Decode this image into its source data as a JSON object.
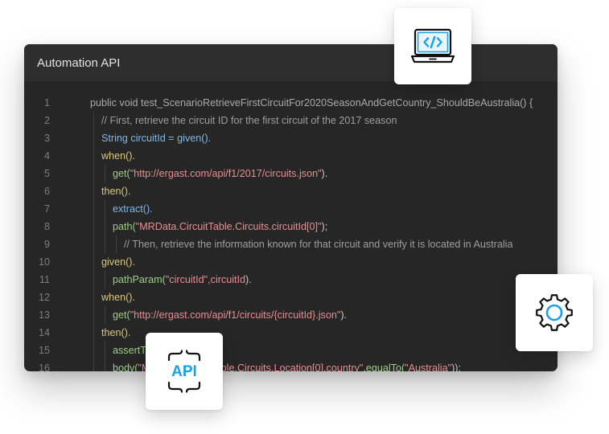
{
  "window": {
    "title": "Automation API"
  },
  "colors": {
    "accent": "#1aa0e8",
    "editor_bg": "#262626",
    "header_bg": "#2e2e2e"
  },
  "icons": {
    "laptop": "laptop-code-icon",
    "gear": "gear-icon",
    "api": "api-braces-icon"
  },
  "api_badge": {
    "label": "API"
  },
  "code": {
    "lines": [
      {
        "num": "1",
        "indent": 0,
        "tokens": [
          {
            "t": "public void test_ScenarioRetrieveFirstCircuitFor2020SeasonAndGetCountry_ShouldBeAustralia() {",
            "c": "plain"
          }
        ]
      },
      {
        "num": "2",
        "indent": 1,
        "tokens": [
          {
            "t": "// First, retrieve the circuit ID for the first circuit of the 2017 season",
            "c": "comment"
          }
        ]
      },
      {
        "num": "3",
        "indent": 1,
        "tokens": [
          {
            "t": "String circuitId = given().",
            "c": "type"
          }
        ]
      },
      {
        "num": "4",
        "indent": 1,
        "tokens": [
          {
            "t": "when().",
            "c": "fn"
          }
        ]
      },
      {
        "num": "5",
        "indent": 2,
        "tokens": [
          {
            "t": "get(",
            "c": "fn2"
          },
          {
            "t": "\"http://ergast.com/api/f1/2017/circuits.json\"",
            "c": "str"
          },
          {
            "t": ").",
            "c": "punc"
          }
        ]
      },
      {
        "num": "6",
        "indent": 1,
        "tokens": [
          {
            "t": "then().",
            "c": "fn"
          }
        ]
      },
      {
        "num": "7",
        "indent": 2,
        "tokens": [
          {
            "t": "extract().",
            "c": "type"
          }
        ]
      },
      {
        "num": "8",
        "indent": 2,
        "tokens": [
          {
            "t": "path(",
            "c": "fn2"
          },
          {
            "t": "\"MRData.CircuitTable.Circuits.circuitId[0]\"",
            "c": "str"
          },
          {
            "t": ");",
            "c": "punc"
          }
        ]
      },
      {
        "num": "9",
        "indent": 3,
        "tokens": [
          {
            "t": "// Then, retrieve the information known for that circuit and verify it is located in Australia",
            "c": "comment"
          }
        ]
      },
      {
        "num": "10",
        "indent": 1,
        "tokens": [
          {
            "t": "given().",
            "c": "fn"
          }
        ]
      },
      {
        "num": "11",
        "indent": 2,
        "tokens": [
          {
            "t": "pathParam(",
            "c": "fn2"
          },
          {
            "t": "\"circuitId\",circuitId",
            "c": "str"
          },
          {
            "t": ").",
            "c": "punc"
          }
        ]
      },
      {
        "num": "12",
        "indent": 1,
        "tokens": [
          {
            "t": "when().",
            "c": "fn"
          }
        ]
      },
      {
        "num": "13",
        "indent": 2,
        "tokens": [
          {
            "t": "get(",
            "c": "fn2"
          },
          {
            "t": "\"http://ergast.com/api/f1/circuits/{circuitId}.json\"",
            "c": "str"
          },
          {
            "t": ").",
            "c": "punc"
          }
        ]
      },
      {
        "num": "14",
        "indent": 1,
        "tokens": [
          {
            "t": "then().",
            "c": "fn"
          }
        ]
      },
      {
        "num": "15",
        "indent": 2,
        "tokens": [
          {
            "t": "assertThat().",
            "c": "fn2"
          }
        ]
      },
      {
        "num": "16",
        "indent": 2,
        "tokens": [
          {
            "t": "body(",
            "c": "fn2"
          },
          {
            "t": "\"MRData.CircuitTable.Circuits.Location[0].country\"",
            "c": "str"
          },
          {
            "t": ",",
            "c": "punc"
          },
          {
            "t": "equalTo(",
            "c": "fn2"
          },
          {
            "t": "\"Australia\"",
            "c": "str"
          },
          {
            "t": "));",
            "c": "punc"
          }
        ]
      }
    ]
  }
}
